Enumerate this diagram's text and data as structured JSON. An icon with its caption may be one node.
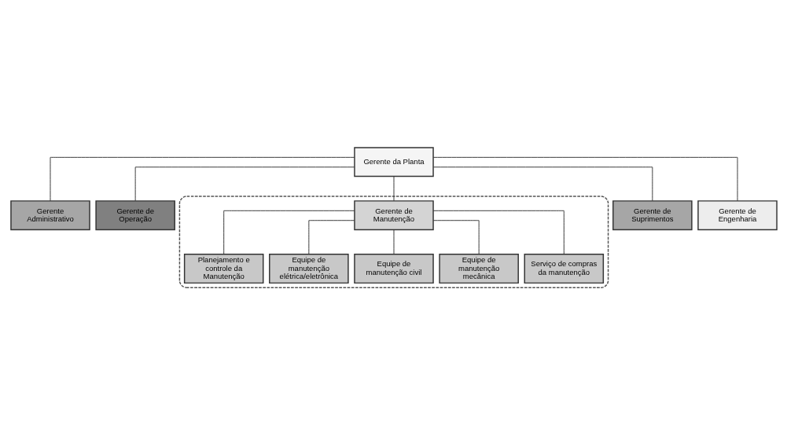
{
  "diagram": {
    "nodes": [
      {
        "text": [
          "Gerente da Planta"
        ]
      },
      {
        "text": [
          "Gerente Administrativo"
        ]
      },
      {
        "text": [
          "Gerente de Operação"
        ]
      },
      {
        "text": [],
        "shape": "cloud"
      },
      {
        "text": [
          "Gerente de Manutenção"
        ],
        "in": 3
      },
      {
        "text": [
          "Gerente de Suprimentos"
        ]
      },
      {
        "text": [
          "Gerente de Engenharia"
        ]
      },
      {
        "text": [
          "Planejamento e controle da Manutenção"
        ],
        "in": 3
      },
      {
        "text": [
          "Equipe de manutenção elétrica/eletrônica"
        ],
        "in": 3
      },
      {
        "text": [
          "Equipe de manutenção civil"
        ],
        "in": 3
      },
      {
        "text": [
          "Equipe de manutenção mecânica"
        ],
        "in": 3
      },
      {
        "text": [
          "Serviço de compras da manutenção"
        ],
        "in": 3
      }
    ],
    "edges": [
      {
        "from": 0,
        "to": 1,
        "arrow": "none"
      },
      {
        "from": 0,
        "to": 2,
        "arrow": "none"
      },
      {
        "from": 0,
        "to": 4,
        "arrow": "none"
      },
      {
        "from": 0,
        "to": 5,
        "arrow": "none"
      },
      {
        "from": 0,
        "to": 6,
        "arrow": "none"
      },
      {
        "from": 4,
        "to": 7,
        "arrow": "none"
      },
      {
        "from": 4,
        "to": 8,
        "arrow": "none"
      },
      {
        "from": 4,
        "to": 9,
        "arrow": "none"
      },
      {
        "from": 4,
        "to": 10,
        "arrow": "none"
      },
      {
        "from": 4,
        "to": 11,
        "arrow": "none"
      }
    ]
  }
}
